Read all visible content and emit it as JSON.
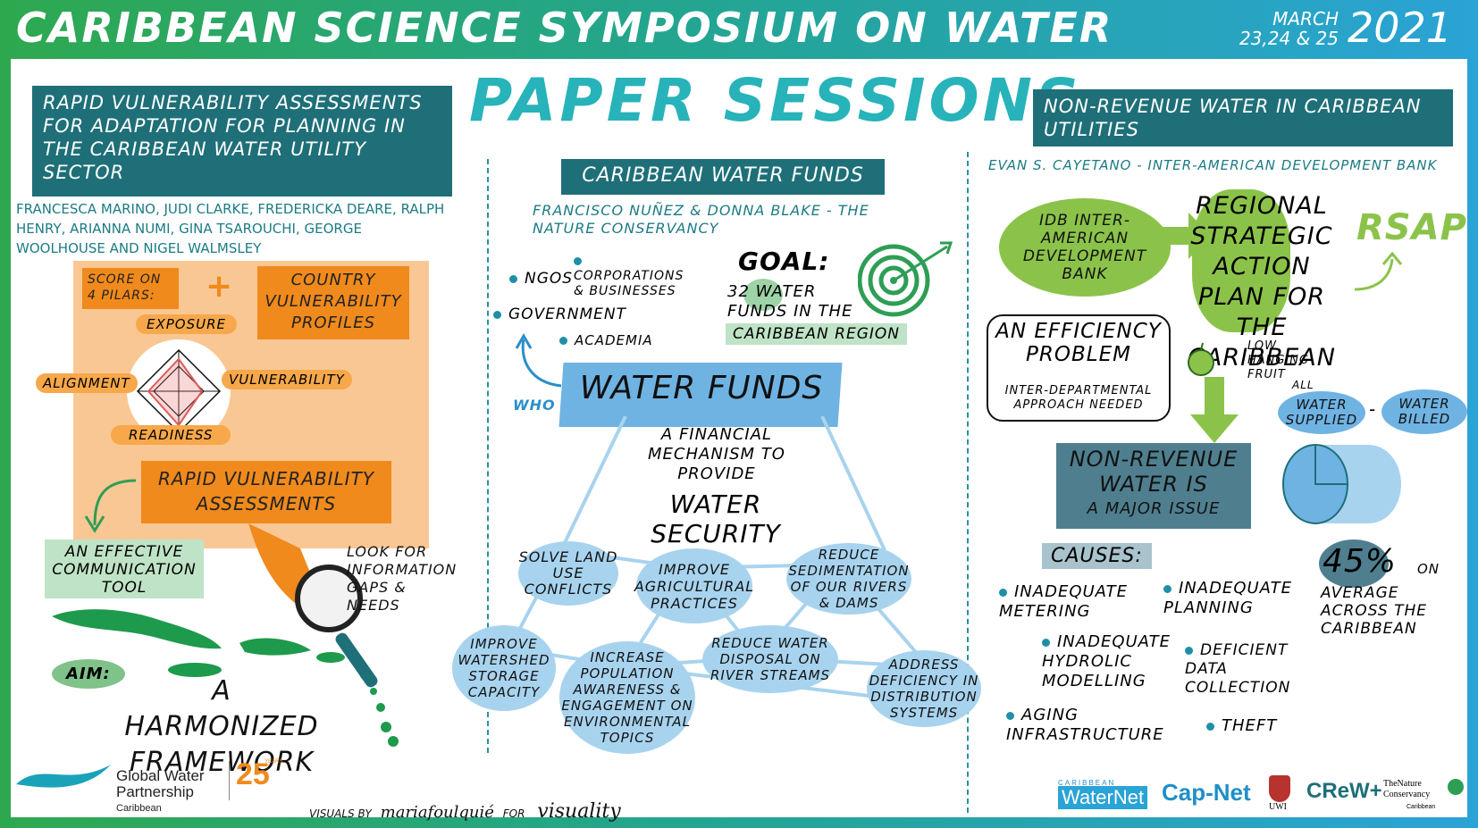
{
  "header": {
    "title": "CARIBBEAN SCIENCE SYMPOSIUM ON WATER",
    "date_line1": "MARCH",
    "date_line2": "23,24 & 25",
    "year": "2021"
  },
  "center_title": "PAPER SESSIONS",
  "left": {
    "section_title": "RAPID VULNERABILITY ASSESSMENTS FOR ADAPTATION FOR PLANNING IN THE CARIBBEAN WATER UTILITY SECTOR",
    "authors": "FRANCESCA MARINO, JUDI CLARKE, FREDERICKA DEARE, RALPH HENRY, ARIANNA NUMI, GINA TSAROUCHI, GEORGE WOOLHOUSE AND NIGEL WALMSLEY",
    "score_label": "SCORE ON 4 PILARS:",
    "plus": "+",
    "profiles_label": "COUNTRY VULNERABILITY PROFILES",
    "radar_labels": {
      "top": "EXPOSURE",
      "left": "ALIGNMENT",
      "right": "VULNERABILITY",
      "bottom": "READINESS"
    },
    "rva_label": "RAPID VULNERABILITY ASSESSMENTS",
    "tool_label": "AN EFFECTIVE COMMUNICATION TOOL",
    "look_for": "LOOK FOR INFORMATION GAPS & NEEDS",
    "aim_label": "AIM:",
    "aim_text": "A HARMONIZED FRAMEWORK",
    "logo_gwp_line1": "Global Water",
    "logo_gwp_line2": "Partnership",
    "logo_gwp_line3": "Caribbean",
    "logo_25": "25",
    "logo_years": "YEARS"
  },
  "middle": {
    "section_title": "CARIBBEAN WATER FUNDS",
    "authors": "FRANCISCO NUÑEZ & DONNA BLAKE - THE NATURE CONSERVANCY",
    "who": [
      "NGOs",
      "CORPORATIONS & BUSINESSES",
      "GOVERNMENT",
      "ACADEMIA"
    ],
    "who_label": "WHO",
    "goal_label": "GOAL:",
    "goal_text": "32 WATER FUNDS IN THE",
    "goal_region": "CARIBBEAN REGION",
    "banner": "WATER FUNDS",
    "mechanism_line1": "A FINANCIAL MECHANISM TO PROVIDE",
    "mechanism_line2": "WATER SECURITY",
    "nodes": [
      "SOLVE LAND USE CONFLICTS",
      "IMPROVE AGRICULTURAL PRACTICES",
      "REDUCE SEDIMENTATION OF OUR RIVERS & DAMS",
      "IMPROVE WATERSHED STORAGE CAPACITY",
      "INCREASE POPULATION AWARENESS & ENGAGEMENT ON ENVIRONMENTAL TOPICS",
      "REDUCE WATER DISPOSAL ON RIVER STREAMS",
      "ADDRESS DEFICIENCY IN DISTRIBUTION SYSTEMS"
    ],
    "credit_prefix": "VISUALS BY",
    "credit_name": "mariafoulquié",
    "credit_for": "FOR",
    "credit_brand": "visuality"
  },
  "right": {
    "section_title": "NON-REVENUE WATER IN CARIBBEAN UTILITIES",
    "author": "EVAN S. CAYETANO - INTER-AMERICAN DEVELOPMENT BANK",
    "idb": "IDB INTER-AMERICAN DEVELOPMENT BANK",
    "rsap_full": "REGIONAL STRATEGIC ACTION PLAN FOR THE CARIBBEAN",
    "rsap": "RSAP",
    "efficiency_title": "AN EFFICIENCY PROBLEM",
    "efficiency_sub": "INTER-DEPARTMENTAL APPROACH NEEDED",
    "low_hanging": "LOW HANGING FRUIT",
    "all_label": "ALL",
    "water_supplied": "WATER SUPPLIED",
    "minus": "-",
    "water_billed": "WATER BILLED",
    "nrw_line1": "NON-REVENUE",
    "nrw_line2": "WATER IS",
    "nrw_line3": "A MAJOR ISSUE",
    "pct": "45%",
    "pct_on": "ON",
    "pct_text": "AVERAGE ACROSS THE CARIBBEAN",
    "causes_label": "CAUSES:",
    "causes": [
      "INADEQUATE METERING",
      "INADEQUATE PLANNING",
      "INADEQUATE HYDROLIC MODELLING",
      "DEFICIENT DATA COLLECTION",
      "AGING INFRASTRUCTURE",
      "THEFT"
    ],
    "logos": [
      "CARIBBEAN",
      "WaterNet",
      "Cap-Net",
      "UWI",
      "CReW+",
      "TheNature Conservancy",
      "Caribbean"
    ]
  },
  "colors": {
    "teal": "#1e6f78",
    "light_blue": "#a8d3ee",
    "orange": "#f08a1c",
    "peach": "#f9c794",
    "green": "#8bc34a",
    "slate": "#4f7f8f"
  }
}
